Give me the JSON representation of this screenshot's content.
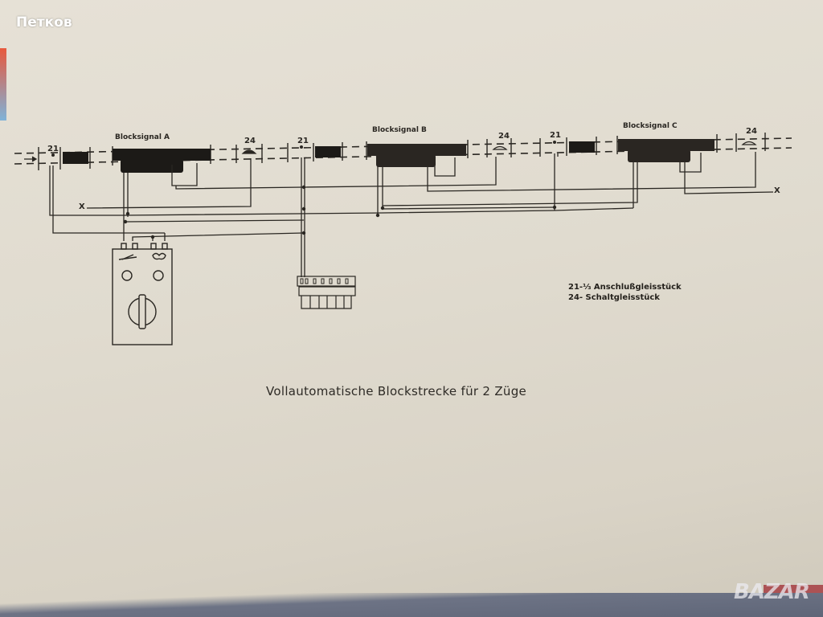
{
  "photo_caption": "Петков",
  "diagram": {
    "signals": [
      "Blocksignal  A",
      "Blocksignal  B",
      "Blocksignal  C"
    ],
    "track_pieces": {
      "connector": [
        "21",
        "21",
        "21"
      ],
      "switching": [
        "24",
        "24",
        "24"
      ]
    },
    "x_marks": [
      "X",
      "X"
    ],
    "legend": [
      "21-⅓ Anschlußgleisstück",
      "24- Schaltgleisstück"
    ],
    "title": "Vollautomatische Blockstrecke für 2 Züge"
  },
  "watermark": "BAZAR",
  "colors": {
    "paper": "#e0dbcf",
    "ink": "#2a2722"
  }
}
